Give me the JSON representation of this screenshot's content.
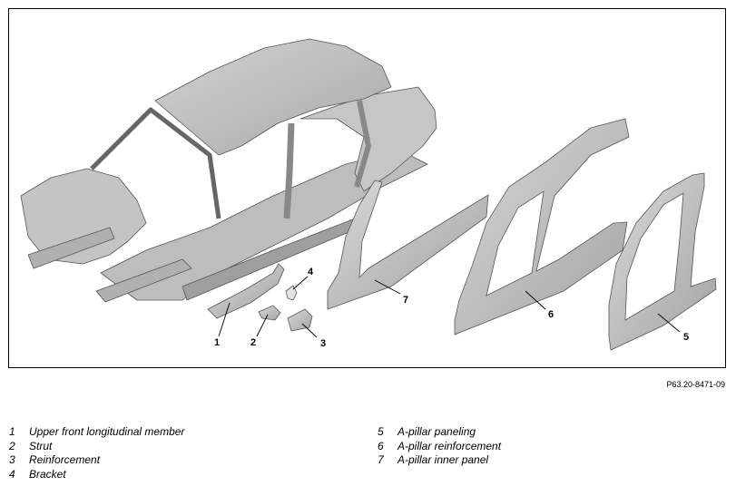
{
  "figure": {
    "reference_code": "P63.20-8471-09",
    "callouts": [
      "1",
      "2",
      "3",
      "4",
      "5",
      "6",
      "7"
    ]
  },
  "legend": {
    "left": [
      {
        "num": "1",
        "label": "Upper front longitudinal member"
      },
      {
        "num": "2",
        "label": "Strut"
      },
      {
        "num": "3",
        "label": "Reinforcement"
      },
      {
        "num": "4",
        "label": "Bracket"
      }
    ],
    "right": [
      {
        "num": "5",
        "label": "A-pillar paneling"
      },
      {
        "num": "6",
        "label": "A-pillar reinforcement"
      },
      {
        "num": "7",
        "label": "A-pillar inner panel"
      }
    ]
  }
}
